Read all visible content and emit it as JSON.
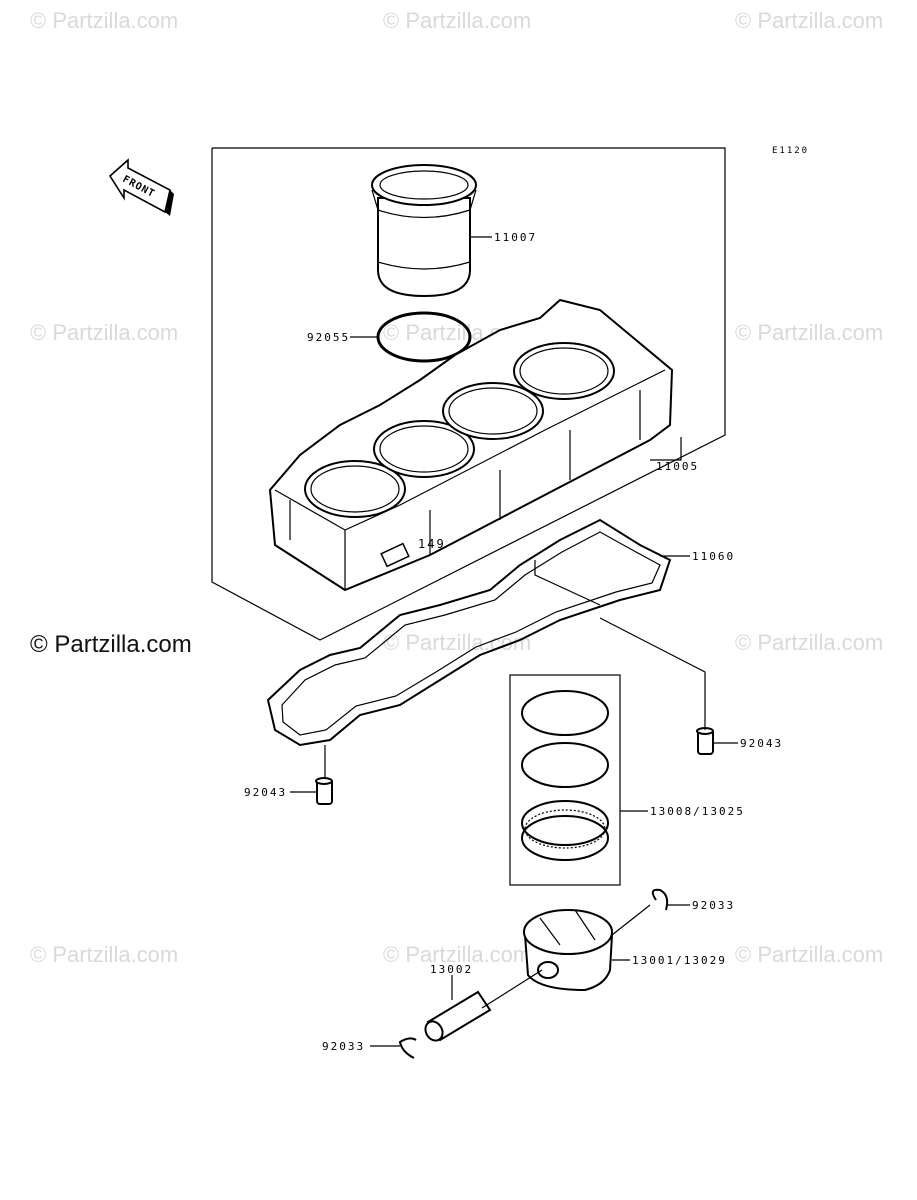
{
  "watermark": "© Partzilla.com",
  "credit": "© Partzilla.com",
  "diagram_code": "E1120",
  "front_label": "FRONT",
  "parts": [
    {
      "id": "p11007",
      "number": "11007"
    },
    {
      "id": "p92055",
      "number": "92055"
    },
    {
      "id": "p11005",
      "number": "11005"
    },
    {
      "id": "p11060",
      "number": "11060"
    },
    {
      "id": "p92043a",
      "number": "92043"
    },
    {
      "id": "p92043b",
      "number": "92043"
    },
    {
      "id": "p13008",
      "number": "13008/13025"
    },
    {
      "id": "p92033a",
      "number": "92033"
    },
    {
      "id": "p13001",
      "number": "13001/13029"
    },
    {
      "id": "p13002",
      "number": "13002"
    },
    {
      "id": "p92033b",
      "number": "92033"
    }
  ]
}
